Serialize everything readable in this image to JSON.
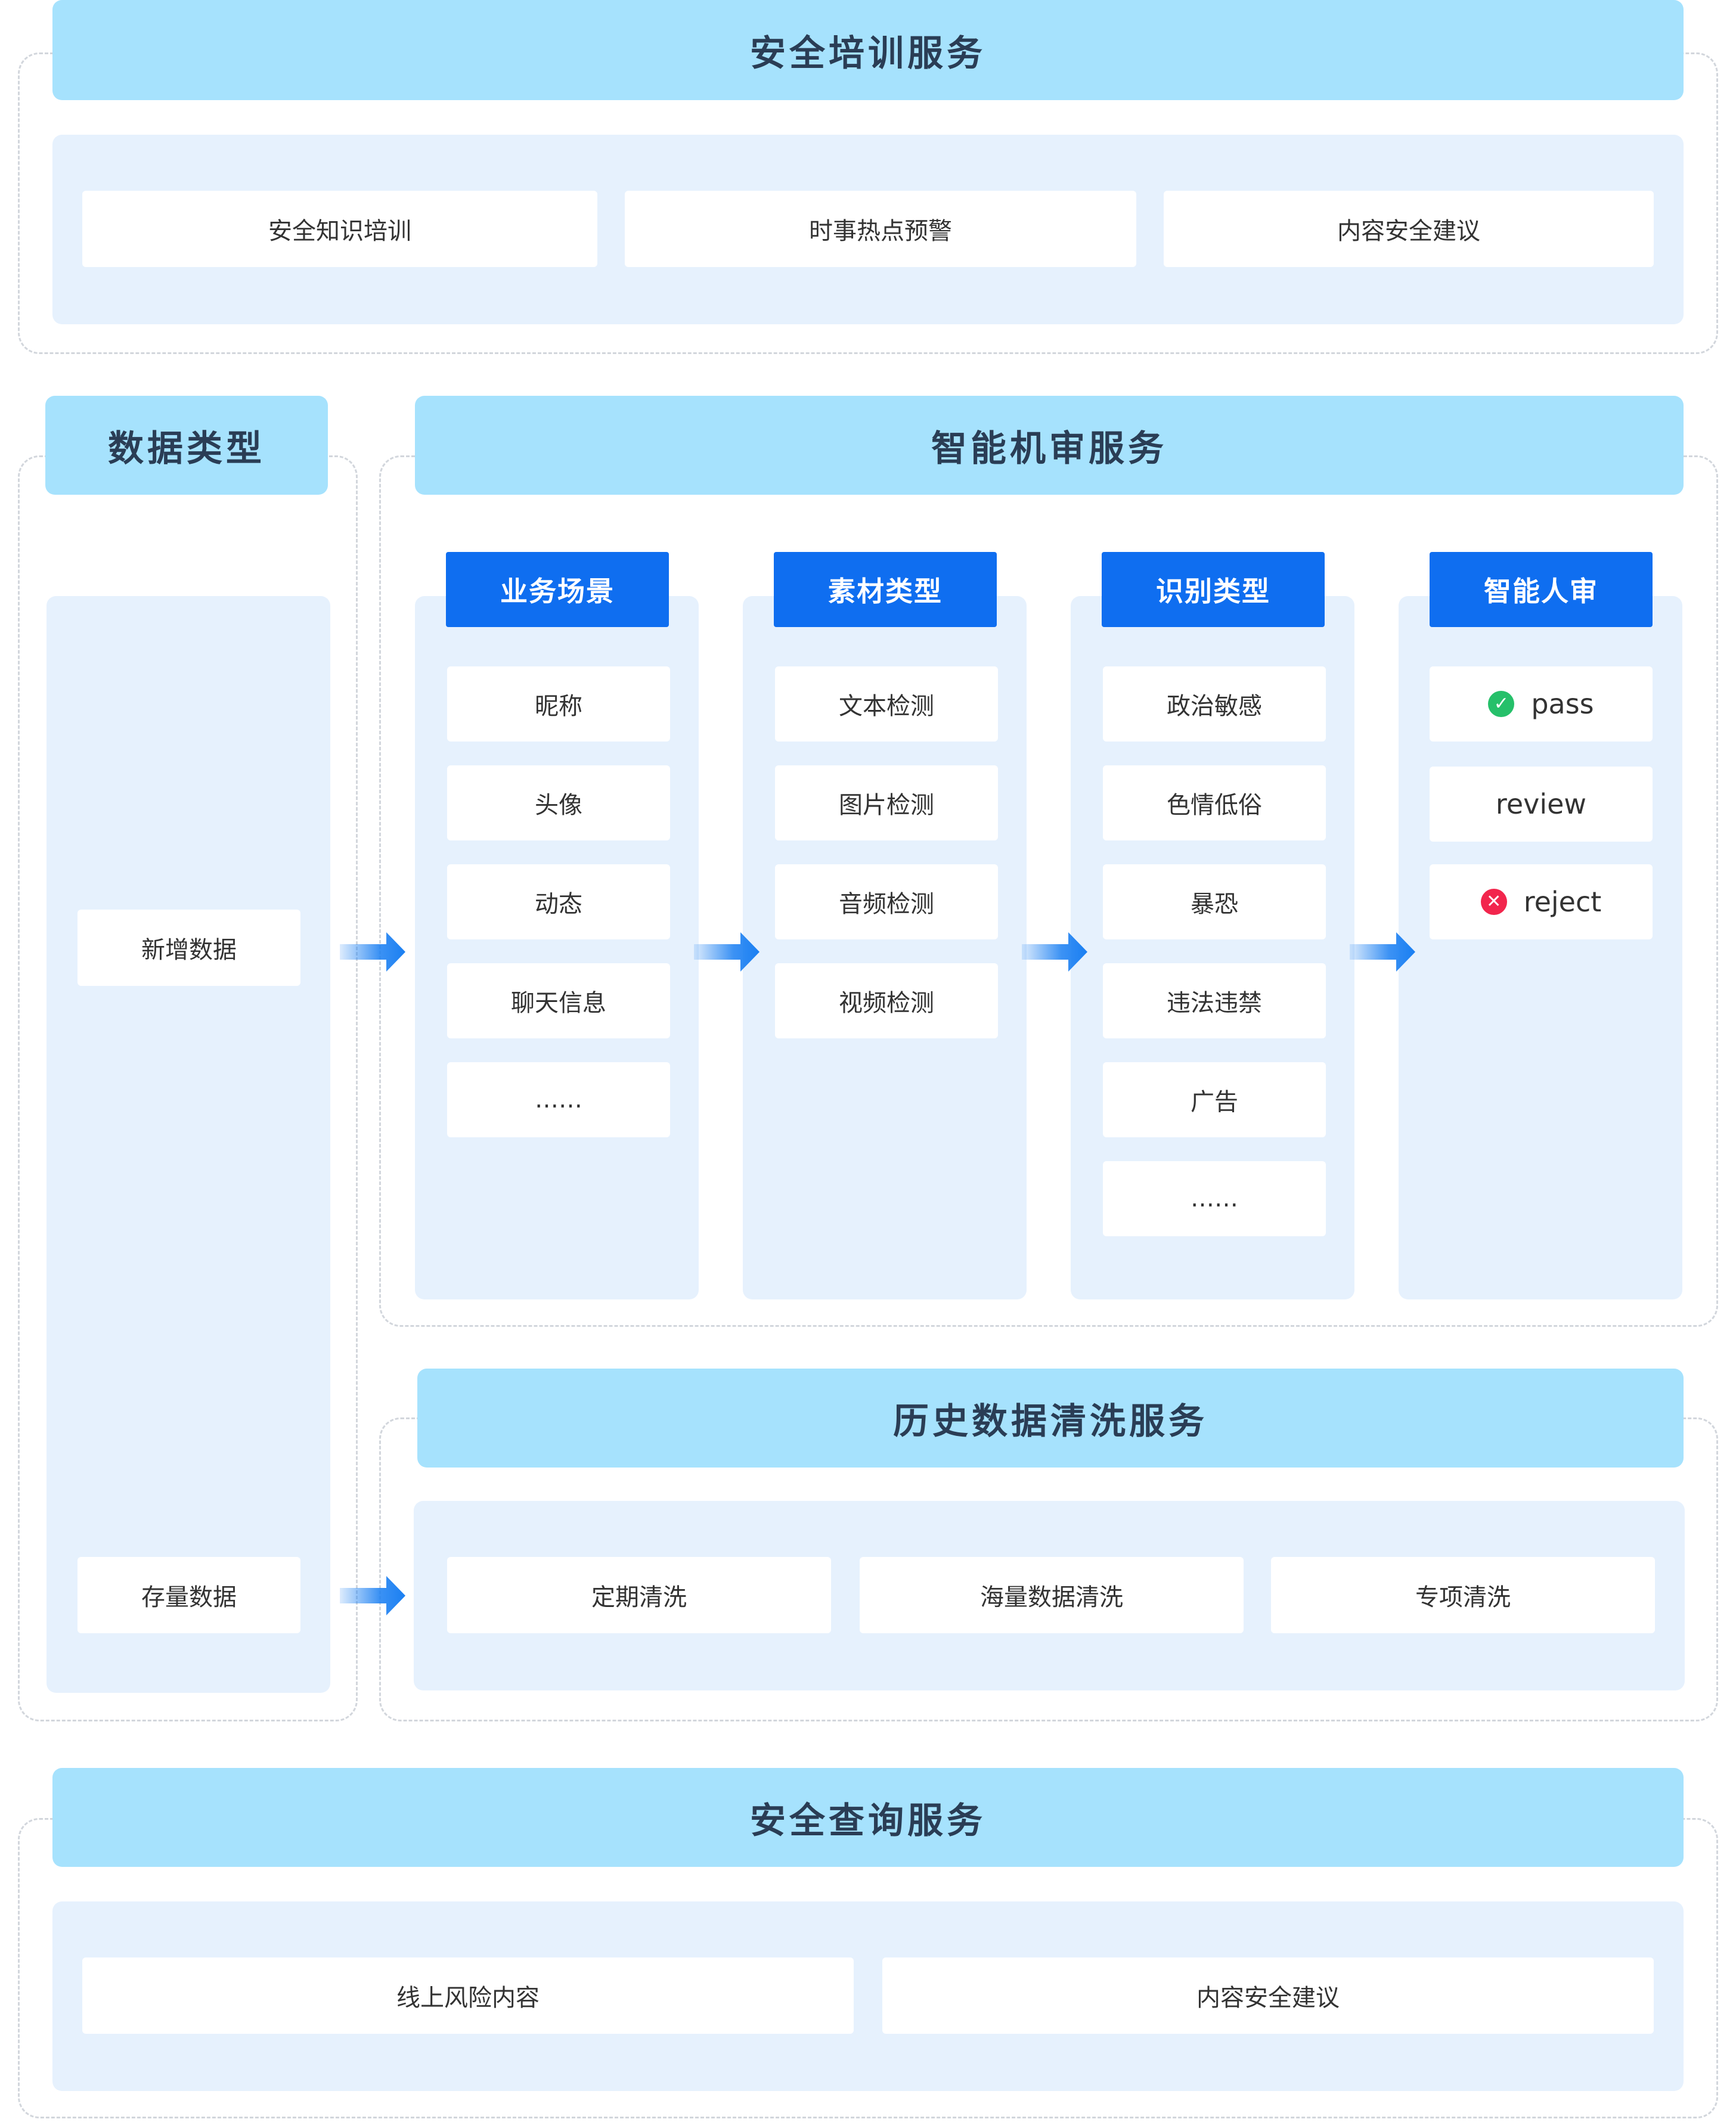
{
  "training": {
    "title": "安全培训服务",
    "items": [
      "安全知识培训",
      "时事热点预警",
      "内容安全建议"
    ]
  },
  "data_types": {
    "title": "数据类型",
    "new_data": "新增数据",
    "stock_data": "存量数据"
  },
  "ai_review": {
    "title": "智能机审服务",
    "columns": [
      {
        "header": "业务场景",
        "items": [
          "昵称",
          "头像",
          "动态",
          "聊天信息",
          "……"
        ]
      },
      {
        "header": "素材类型",
        "items": [
          "文本检测",
          "图片检测",
          "音频检测",
          "视频检测"
        ]
      },
      {
        "header": "识别类型",
        "items": [
          "政治敏感",
          "色情低俗",
          "暴恐",
          "违法违禁",
          "广告",
          "……"
        ]
      }
    ],
    "human_review": {
      "header": "智能人审",
      "pass": "pass",
      "review": "review",
      "reject": "reject"
    }
  },
  "history_cleaning": {
    "title": "历史数据清洗服务",
    "items": [
      "定期清洗",
      "海量数据清洗",
      "专项清洗"
    ]
  },
  "query": {
    "title": "安全查询服务",
    "items": [
      "线上风险内容",
      "内容安全建议"
    ]
  },
  "colors": {
    "banner": "#a6e2fd",
    "panel": "#e6f1fd",
    "column_header": "#0f6ef0",
    "arrow": "#1a7ff2",
    "pass": "#26c06a",
    "reject": "#f2264d"
  },
  "icons": {
    "pass": "check-circle-icon",
    "reject": "close-circle-icon",
    "flow": "arrow-right-icon"
  }
}
